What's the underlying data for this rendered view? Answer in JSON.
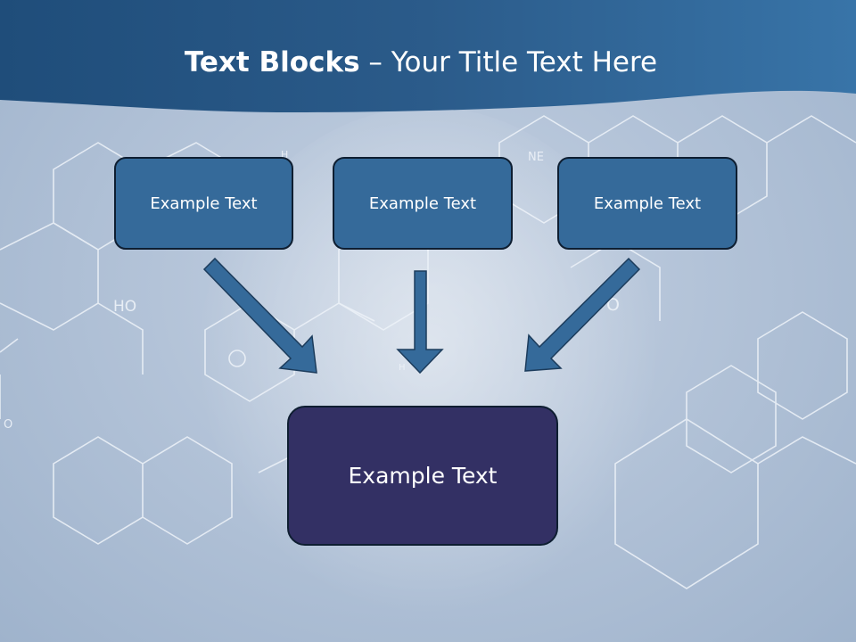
{
  "title": {
    "bold": "Text Blocks",
    "separator": " – ",
    "regular": "Your Title Text Here"
  },
  "blocks": [
    {
      "label": "Example Text"
    },
    {
      "label": "Example Text"
    },
    {
      "label": "Example Text"
    }
  ],
  "main_block": {
    "label": "Example Text"
  },
  "background_labels": [
    "H",
    "NE",
    "HO",
    "O",
    "H",
    "O"
  ],
  "colors": {
    "header": "#2b5b8a",
    "block": "#356a9a",
    "main_block": "#333064",
    "arrow": "#356a9a",
    "outline": "#0e1e31"
  }
}
